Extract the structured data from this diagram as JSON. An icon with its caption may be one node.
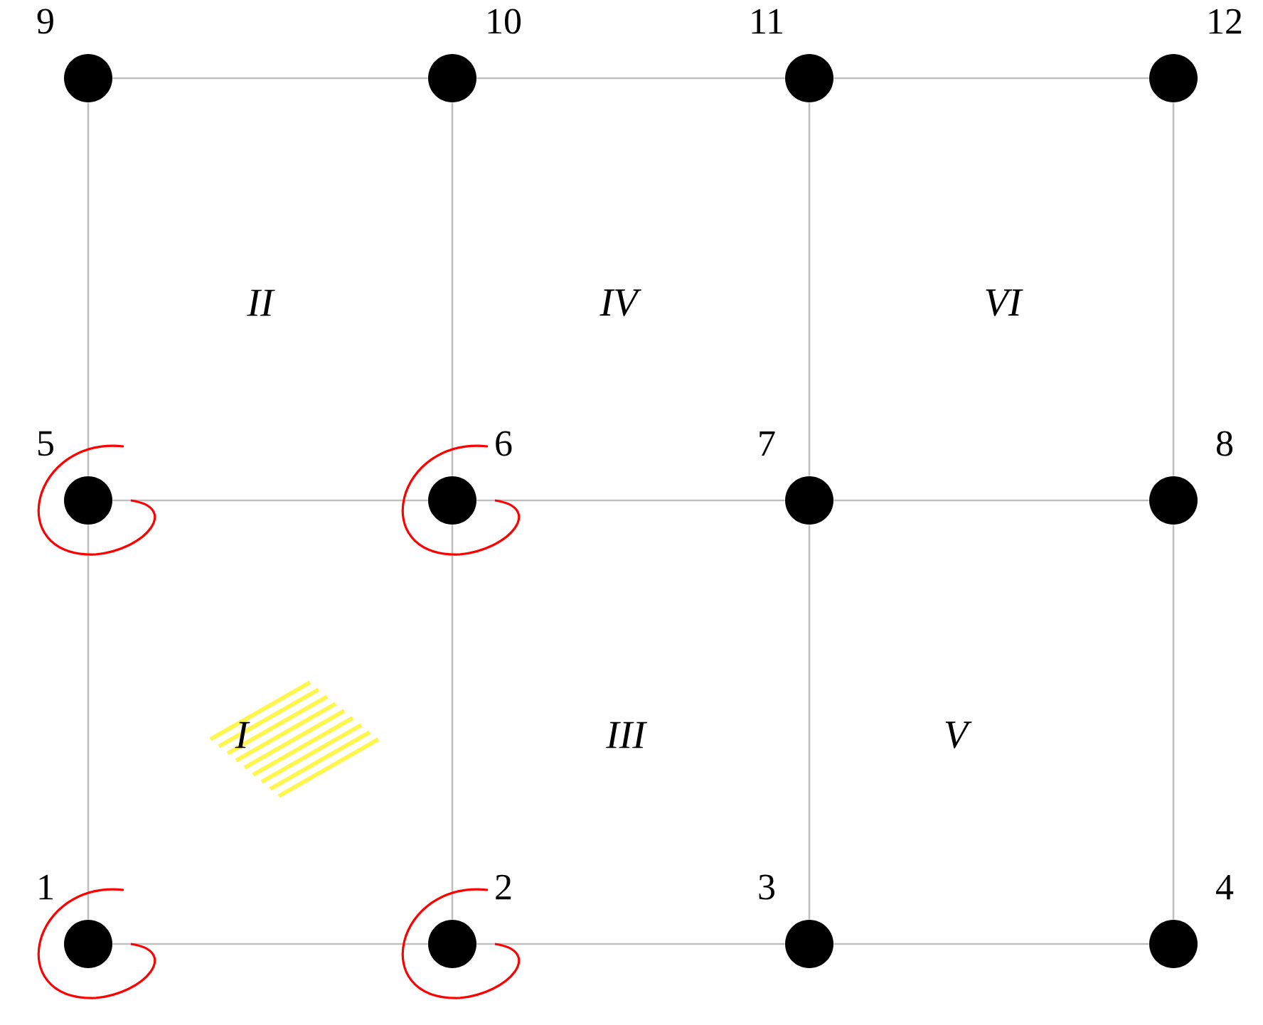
{
  "diagram": {
    "nodes": [
      {
        "text": [],
        "shape": "circle",
        "beside": [
          "1"
        ]
      },
      {
        "text": [],
        "shape": "circle",
        "beside": [
          "2"
        ]
      },
      {
        "text": [],
        "shape": "circle",
        "beside": [
          "3"
        ]
      },
      {
        "text": [],
        "shape": "circle",
        "beside": [
          "4"
        ]
      },
      {
        "text": [],
        "shape": "circle",
        "beside": [
          "5"
        ]
      },
      {
        "text": [],
        "shape": "circle",
        "beside": [
          "6"
        ]
      },
      {
        "text": [],
        "shape": "circle",
        "beside": [
          "7"
        ]
      },
      {
        "text": [],
        "shape": "circle",
        "beside": [
          "8"
        ]
      },
      {
        "text": [],
        "shape": "circle",
        "beside": [
          "9"
        ]
      },
      {
        "text": [],
        "shape": "circle",
        "beside": [
          "10"
        ]
      },
      {
        "text": [],
        "shape": "circle",
        "beside": [
          "11"
        ]
      },
      {
        "text": [],
        "shape": "circle",
        "beside": [
          "12"
        ]
      }
    ],
    "edges": [
      {
        "from": 0,
        "to": 1,
        "arrow": "none"
      },
      {
        "from": 1,
        "to": 2,
        "arrow": "none"
      },
      {
        "from": 2,
        "to": 3,
        "arrow": "none"
      },
      {
        "from": 4,
        "to": 5,
        "arrow": "none"
      },
      {
        "from": 5,
        "to": 6,
        "arrow": "none"
      },
      {
        "from": 6,
        "to": 7,
        "arrow": "none"
      },
      {
        "from": 8,
        "to": 9,
        "arrow": "none"
      },
      {
        "from": 9,
        "to": 10,
        "arrow": "none"
      },
      {
        "from": 10,
        "to": 11,
        "arrow": "none"
      },
      {
        "from": 0,
        "to": 4,
        "arrow": "none"
      },
      {
        "from": 4,
        "to": 8,
        "arrow": "none"
      },
      {
        "from": 1,
        "to": 5,
        "arrow": "none"
      },
      {
        "from": 5,
        "to": 9,
        "arrow": "none"
      },
      {
        "from": 2,
        "to": 6,
        "arrow": "none"
      },
      {
        "from": 6,
        "to": 10,
        "arrow": "none"
      },
      {
        "from": 3,
        "to": 7,
        "arrow": "none"
      },
      {
        "from": 7,
        "to": 11,
        "arrow": "none"
      }
    ],
    "labels": [
      "II",
      "IV",
      "VI",
      "I",
      "III",
      "V"
    ]
  }
}
